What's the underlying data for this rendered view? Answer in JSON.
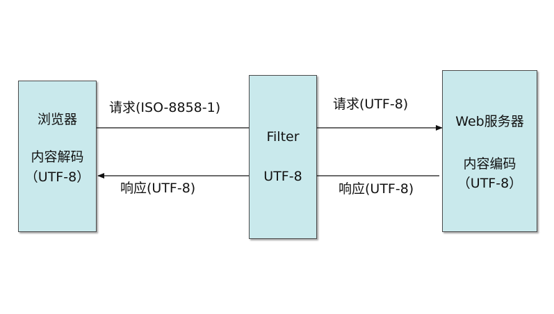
{
  "browser": {
    "title": "浏览器",
    "line1": "内容解码",
    "line2": "（UTF-8）"
  },
  "filter": {
    "title": "Filter",
    "encoding": "UTF-8"
  },
  "server": {
    "title": "Web服务器",
    "line1": "内容编码",
    "line2": "（UTF-8）"
  },
  "arrows": {
    "browser_to_filter": "请求(ISO-8858-1)",
    "filter_to_server": "请求(UTF-8)",
    "filter_to_browser": "响应(UTF-8)",
    "server_to_filter": "响应(UTF-8)"
  },
  "colors": {
    "box_fill": "#c9e9ec",
    "box_border": "#4a4a4a"
  }
}
